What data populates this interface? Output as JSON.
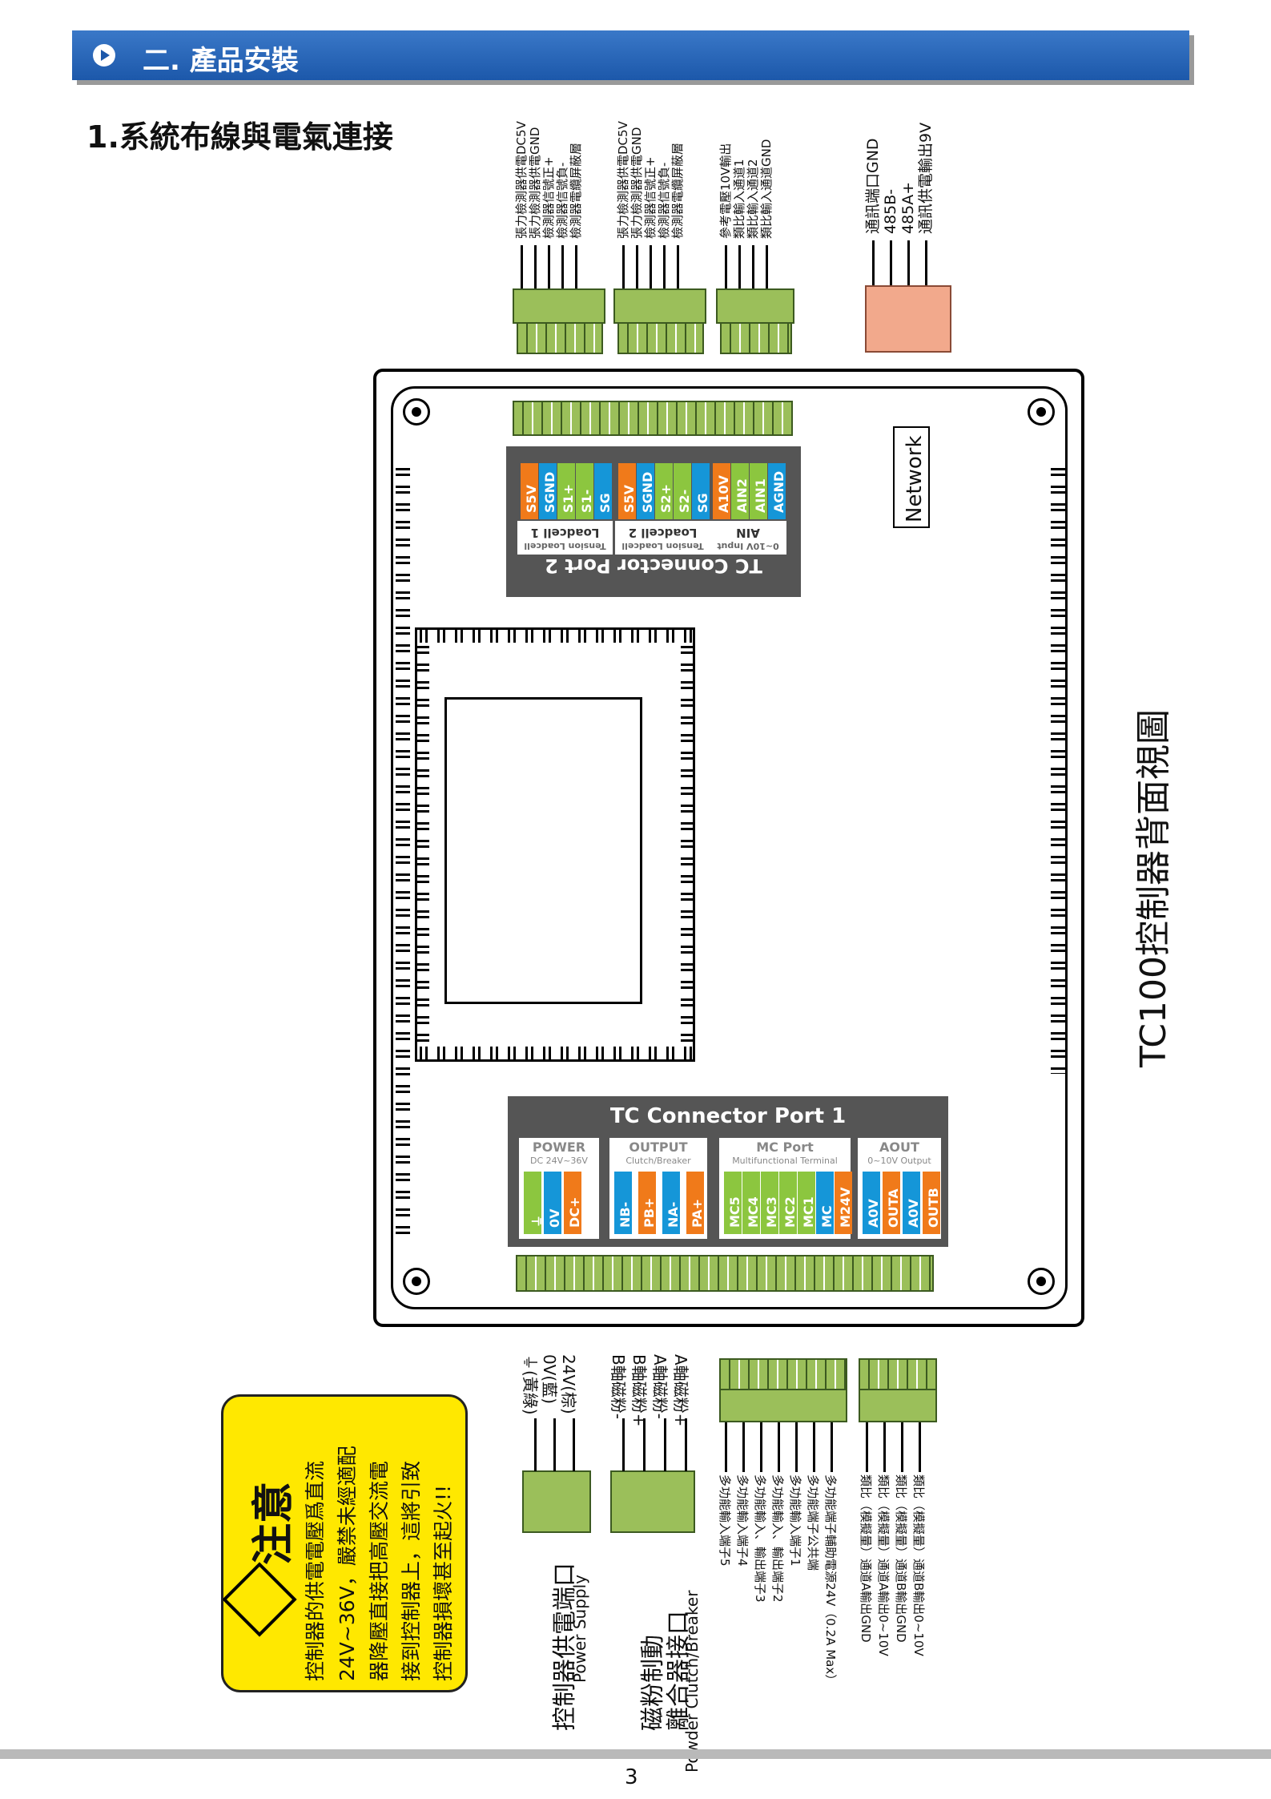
{
  "header": {
    "title": "二. 產品安裝"
  },
  "section": {
    "title": "1.系統布線與電氣連接"
  },
  "top_labels": {
    "loadcell1": [
      "張力檢測器供電DC5V",
      "張力檢測器供電GND",
      "檢測器信號正+",
      "檢測器信號負-",
      "檢測器電纜屏蔽層"
    ],
    "loadcell2": [
      "張力檢測器供電DC5V",
      "張力檢測器供電GND",
      "檢測器信號正+",
      "檢測器信號負-",
      "檢測器電纜屏蔽層"
    ],
    "ain": [
      "參考電壓10V輸出",
      "類比輸入通道1",
      "類比輸入通道2",
      "類比輸入通道GND"
    ],
    "comm": [
      "通訊端口GND",
      "485B-",
      "485A+",
      "通訊供電輸出9V"
    ]
  },
  "port2": {
    "title": "TC  Connector  Port  2",
    "groups": [
      {
        "name": "Loadcell 1",
        "sub": "Tension Loadcell",
        "pins": [
          "S5V",
          "SGND",
          "S1+",
          "S1-",
          "SG"
        ]
      },
      {
        "name": "Loadcell 2",
        "sub": "Tension Loadcell",
        "pins": [
          "S5V",
          "SGND",
          "S2+",
          "S2-",
          "SG"
        ]
      },
      {
        "name": "AIN",
        "sub": "0~10V Input",
        "pins": [
          "A10V",
          "AIN2",
          "AIN1",
          "AGND"
        ]
      }
    ]
  },
  "network": "Network",
  "port1": {
    "title": "TC Connector Port 1",
    "groups": [
      {
        "name": "POWER",
        "sub": "DC 24V~36V",
        "pins": [
          "⏚",
          "0V",
          "DC+"
        ]
      },
      {
        "name": "OUTPUT",
        "sub": "Clutch/Breaker",
        "pins": [
          "NB-",
          "PB+",
          "NA-",
          "PA+"
        ]
      },
      {
        "name": "MC Port",
        "sub": "Multifunctional Terminal",
        "pins": [
          "MC5",
          "MC4",
          "MC3",
          "MC2",
          "MC1",
          "MC",
          "M24V"
        ]
      },
      {
        "name": "AOUT",
        "sub": "0~10V Output",
        "pins": [
          "A0V",
          "OUTA",
          "A0V",
          "OUTB"
        ]
      }
    ]
  },
  "diagram_title": "TC100控制器背面視圖",
  "bottom_labels": {
    "power": [
      "⏚(黃綠)",
      "0V(藍)",
      "24V(棕)"
    ],
    "output": [
      "B軸磁粉-",
      "B軸磁粉+",
      "A軸磁粉-",
      "A軸磁粉+"
    ],
    "mc": [
      "多功能輸入端子5",
      "多功能輸入端子4",
      "多功能輸入、輸出端子3",
      "多功能輸入、輸出端子2",
      "多功能輸入端子1",
      "多功能端子公共端",
      "多功能端子輔助電源24V（0.2A Max）"
    ],
    "aout": [
      "類比（模擬量）通道A輸出GND",
      "類比（模擬量）通道A輸出0~10V",
      "類比（模擬量）通道B輸出GND",
      "類比（模擬量）通道B輸出0~10V"
    ]
  },
  "captions": {
    "power_cn": "控制器供電端口",
    "power_en": "Power Supply",
    "clutch_cn1": "磁粉制動",
    "clutch_cn2": "離合器接口",
    "clutch_en": "Powder Clutch/Breaker"
  },
  "warning": {
    "title": "注意",
    "lines": [
      "控制器的供電電壓爲直流",
      "24V~36V，嚴禁未經適配",
      "器降壓直接把高壓交流電",
      "接到控制器上，這將引致",
      "控制器損壞甚至起火!!"
    ]
  },
  "page_number": "3",
  "colors": {
    "orange": "#f07a1a",
    "blue": "#1596d8",
    "green": "#8cc63f",
    "panel": "#555555",
    "header": "#1c58aa",
    "warn": "#ffe800"
  }
}
